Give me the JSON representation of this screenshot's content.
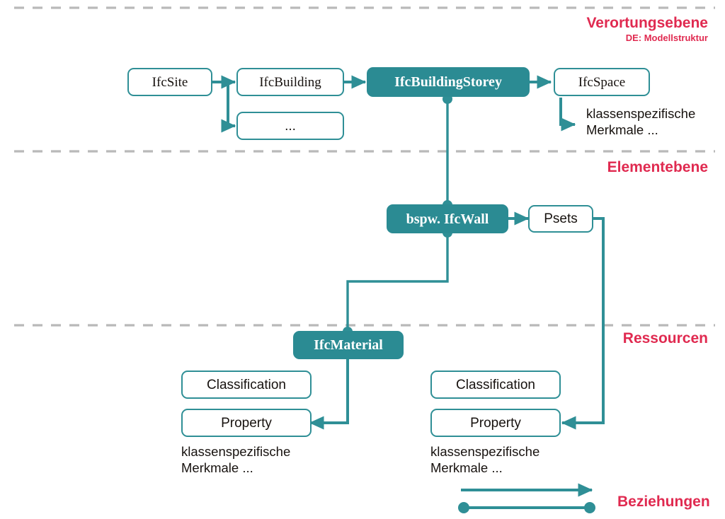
{
  "diagram": {
    "title_visible": false,
    "colors": {
      "teal": "#2b8b93",
      "teal_stroke": "#2f8f96",
      "crimson": "#e02a50",
      "dashed_gray": "#b9b9b9",
      "text_dark": "#17120f"
    },
    "zones": [
      {
        "id": "verortungsebene",
        "label": "Verortungsebene",
        "sublabel": "DE: Modellstruktur"
      },
      {
        "id": "elementebene",
        "label": "Elementebene",
        "sublabel": ""
      },
      {
        "id": "ressourcen",
        "label": "Ressourcen",
        "sublabel": ""
      }
    ],
    "nodes": [
      {
        "id": "ifcsite",
        "label": "IfcSite",
        "style": "outline",
        "font": "serif"
      },
      {
        "id": "ifcbuilding",
        "label": "IfcBuilding",
        "style": "outline",
        "font": "serif"
      },
      {
        "id": "ellipsis",
        "label": "...",
        "style": "outline",
        "font": "sans"
      },
      {
        "id": "ifcbuildingstorey",
        "label": "IfcBuildingStorey",
        "style": "filled",
        "font": "serif"
      },
      {
        "id": "ifcspace",
        "label": "IfcSpace",
        "style": "outline",
        "font": "serif"
      },
      {
        "id": "ifcwall",
        "label": "bspw. IfcWall",
        "style": "filled",
        "font": "serif"
      },
      {
        "id": "psets",
        "label": "Psets",
        "style": "outline",
        "font": "sans"
      },
      {
        "id": "ifcmaterial",
        "label": "IfcMaterial",
        "style": "filled",
        "font": "serif"
      },
      {
        "id": "classification-left",
        "label": "Classification",
        "style": "outline",
        "font": "sans"
      },
      {
        "id": "property-left",
        "label": "Property",
        "style": "outline",
        "font": "sans"
      },
      {
        "id": "classification-right",
        "label": "Classification",
        "style": "outline",
        "font": "sans"
      },
      {
        "id": "property-right",
        "label": "Property",
        "style": "outline",
        "font": "sans"
      }
    ],
    "annotations": [
      {
        "id": "annot-ifcspace",
        "line1": "klassenspezifische",
        "line2": "Merkmale ..."
      },
      {
        "id": "annot-left",
        "line1": "klassenspezifische",
        "line2": "Merkmale ..."
      },
      {
        "id": "annot-right",
        "line1": "klassenspezifische",
        "line2": "Merkmale ..."
      }
    ],
    "legend": {
      "label": "Beziehungen",
      "items": [
        {
          "id": "legend-arrow",
          "kind": "arrow-line"
        },
        {
          "id": "legend-dotted-ends",
          "kind": "dot-ended-line"
        }
      ]
    }
  }
}
